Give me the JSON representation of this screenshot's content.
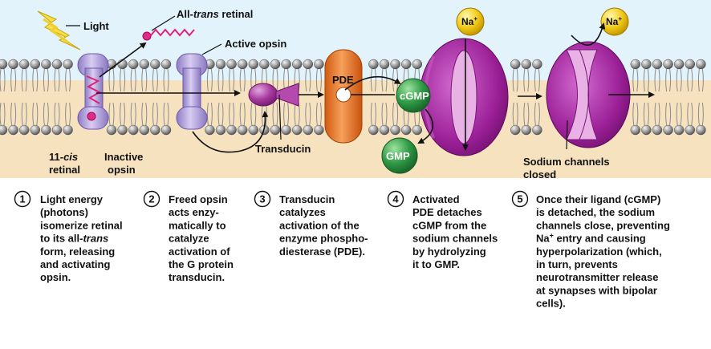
{
  "labels": {
    "light": "Light",
    "all_trans_prefix": "All-",
    "all_trans_italic": "trans",
    "all_trans_suffix": " retinal",
    "active_opsin": "Active opsin",
    "cis_prefix": "11-",
    "cis_italic": "cis",
    "retinal": "retinal",
    "inactive": "Inactive",
    "opsin": "opsin",
    "transducin": "Transducin",
    "pde": "PDE",
    "cgmp": "cGMP",
    "gmp": "GMP",
    "na": "Na",
    "plus": "+",
    "sodium_line1": "Sodium channels",
    "sodium_line2": "closed"
  },
  "steps": [
    {
      "number": "1",
      "lines": [
        [
          {
            "t": "Light energy"
          }
        ],
        [
          {
            "t": "(photons)"
          }
        ],
        [
          {
            "t": "isomerize retinal"
          }
        ],
        [
          {
            "t": "to its all-"
          },
          {
            "t": "trans",
            "i": true
          }
        ],
        [
          {
            "t": "form, releasing"
          }
        ],
        [
          {
            "t": "and activating"
          }
        ],
        [
          {
            "t": "opsin."
          }
        ]
      ]
    },
    {
      "number": "2",
      "lines": [
        [
          {
            "t": "Freed opsin"
          }
        ],
        [
          {
            "t": "acts enzy-"
          }
        ],
        [
          {
            "t": "matically to"
          }
        ],
        [
          {
            "t": "catalyze"
          }
        ],
        [
          {
            "t": "activation of"
          }
        ],
        [
          {
            "t": "the G protein"
          }
        ],
        [
          {
            "t": "transducin."
          }
        ]
      ]
    },
    {
      "number": "3",
      "lines": [
        [
          {
            "t": "Transducin"
          }
        ],
        [
          {
            "t": "catalyzes"
          }
        ],
        [
          {
            "t": "activation of the"
          }
        ],
        [
          {
            "t": "enzyme phospho-"
          }
        ],
        [
          {
            "t": "diesterase (PDE)."
          }
        ]
      ]
    },
    {
      "number": "4",
      "lines": [
        [
          {
            "t": "Activated"
          }
        ],
        [
          {
            "t": "PDE detaches"
          }
        ],
        [
          {
            "t": "cGMP from the"
          }
        ],
        [
          {
            "t": "sodium channels"
          }
        ],
        [
          {
            "t": "by hydrolyzing"
          }
        ],
        [
          {
            "t": "it to GMP."
          }
        ]
      ]
    },
    {
      "number": "5",
      "lines": [
        [
          {
            "t": "Once their ligand (cGMP)"
          }
        ],
        [
          {
            "t": "is detached, the sodium"
          }
        ],
        [
          {
            "t": "channels close, preventing"
          }
        ],
        [
          {
            "t": "Na"
          },
          {
            "t": "+",
            "s": true
          },
          {
            "t": " entry and causing"
          }
        ],
        [
          {
            "t": "hyperpolarization (which,"
          }
        ],
        [
          {
            "t": "in turn, prevents"
          }
        ],
        [
          {
            "t": "neurotransmitter release"
          }
        ],
        [
          {
            "t": "at synapses with bipolar"
          }
        ],
        [
          {
            "t": "cells)."
          }
        ]
      ]
    }
  ]
}
